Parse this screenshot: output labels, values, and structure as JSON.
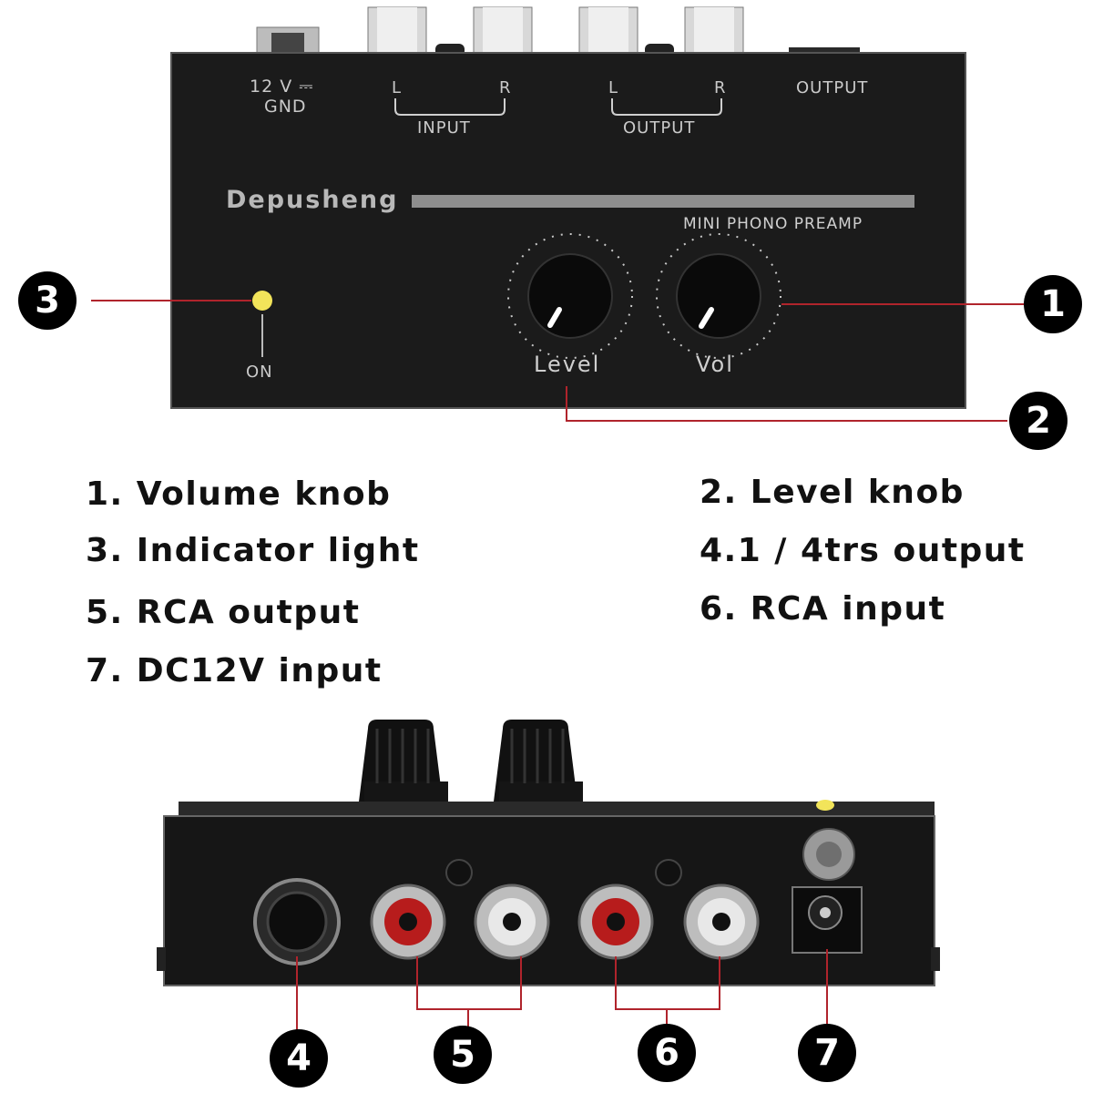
{
  "front_panel": {
    "power_label": "12 V ⎓",
    "gnd_label": "GND",
    "input_l": "L",
    "input_r": "R",
    "input_label": "INPUT",
    "output_l": "L",
    "output_r": "R",
    "output_label": "OUTPUT",
    "output_jack_label": "OUTPUT",
    "brand": "Depusheng",
    "model": "MINI PHONO PREAMP",
    "on_label": "ON",
    "level_label": "Level",
    "vol_label": "Vol"
  },
  "callouts": [
    "1",
    "2",
    "3",
    "4",
    "5",
    "6",
    "7"
  ],
  "legend": {
    "item1": "1. Volume knob",
    "item2": "2. Level knob",
    "item3": "3. Indicator light",
    "item4": "4.1 / 4trs output",
    "item5": "5. RCA output",
    "item6": "6. RCA input",
    "item7": "7. DC12V input"
  },
  "colors": {
    "panel": "#1b1b1b",
    "indicator": "#f2e45a",
    "callout_line": "#b0242c",
    "rca_red": "#b71c1c",
    "rca_white": "#e8e8e8"
  }
}
